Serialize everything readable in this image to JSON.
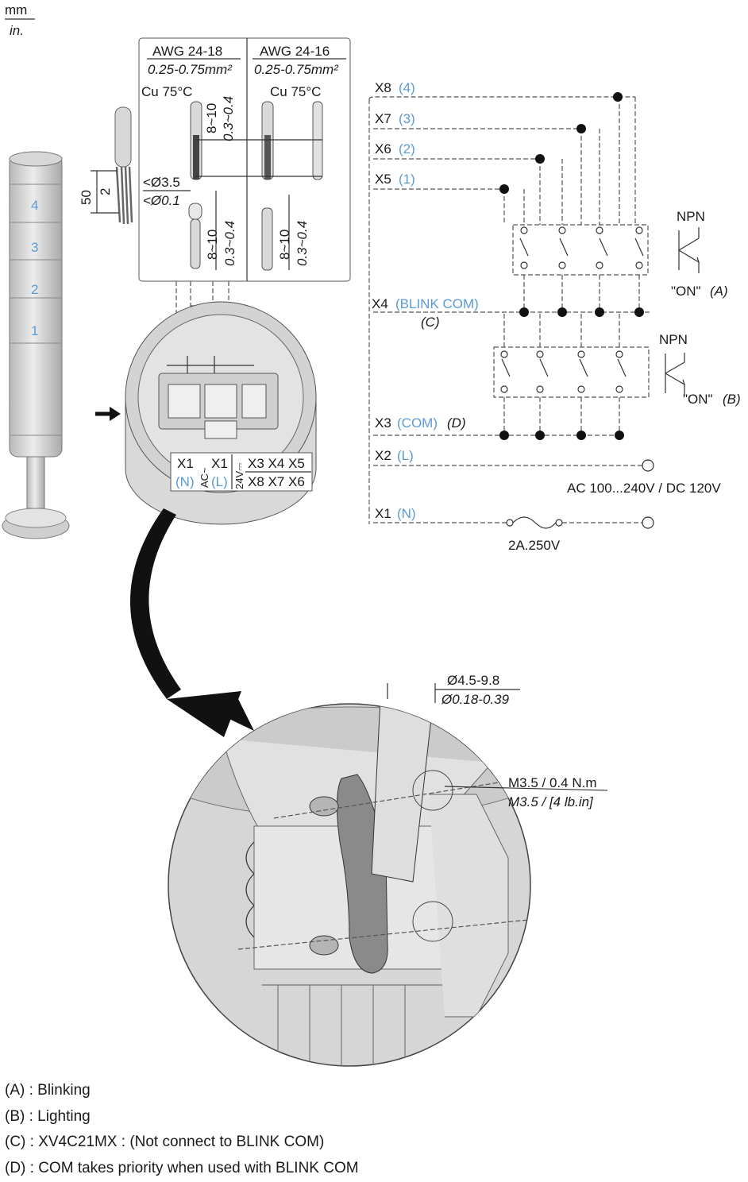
{
  "units": {
    "top": "mm",
    "bottom": "in."
  },
  "wire_spec": {
    "left": {
      "awg": "AWG 24-18",
      "area": "0.25-0.75mm²",
      "temp": "Cu 75°C"
    },
    "right": {
      "awg": "AWG 24-16",
      "area": "0.25-0.75mm²",
      "temp": "Cu 75°C"
    },
    "strip_mm": "8~10",
    "strip_in": "0.3~0.4",
    "dia_mm": "<Ø3.5",
    "dia_in": "<Ø0.1",
    "cable_len_mm": "50",
    "cable_len_in": "2"
  },
  "tower_tiers": [
    "4",
    "3",
    "2",
    "1"
  ],
  "terminal_label": {
    "ac": "AC~",
    "dc": "24V⎓",
    "x1a": "X1",
    "x1b": "X1",
    "n": "(N)",
    "l": "(L)",
    "row1": "X3 X4 X5",
    "row2": "X8 X7 X6"
  },
  "cable_gland": {
    "dia_mm": "Ø4.5-9.8",
    "dia_in": "Ø0.18-0.39"
  },
  "torque": {
    "mm": "M3.5 / 0.4 N.m",
    "in": "M3.5 / [4 lb.in]"
  },
  "schematic": {
    "x8": {
      "name": "X8",
      "tier": "(4)"
    },
    "x7": {
      "name": "X7",
      "tier": "(3)"
    },
    "x6": {
      "name": "X6",
      "tier": "(2)"
    },
    "x5": {
      "name": "X5",
      "tier": "(1)"
    },
    "x4": {
      "name": "X4",
      "label": "(BLINK COM)",
      "ref": "(C)"
    },
    "x3": {
      "name": "X3",
      "label": "(COM)",
      "ref": "(D)"
    },
    "x2": {
      "name": "X2",
      "label": "(L)"
    },
    "x1": {
      "name": "X1",
      "label": "(N)"
    },
    "npn_a": {
      "name": "NPN",
      "on": "\"ON\"",
      "ref": "(A)"
    },
    "npn_b": {
      "name": "NPN",
      "on": "\"ON\"",
      "ref": "(B)"
    },
    "supply": "AC 100...240V / DC 120V",
    "fuse": "2A.250V"
  },
  "notes": [
    "(A) : Blinking",
    "(B) : Lighting",
    "(C) : XV4C21MX : (Not connect to BLINK COM)",
    "(D) : COM takes priority when used with BLINK COM"
  ],
  "colors": {
    "accent_blue": "#5b9bd5",
    "body_gray": "#d9d9d9"
  }
}
